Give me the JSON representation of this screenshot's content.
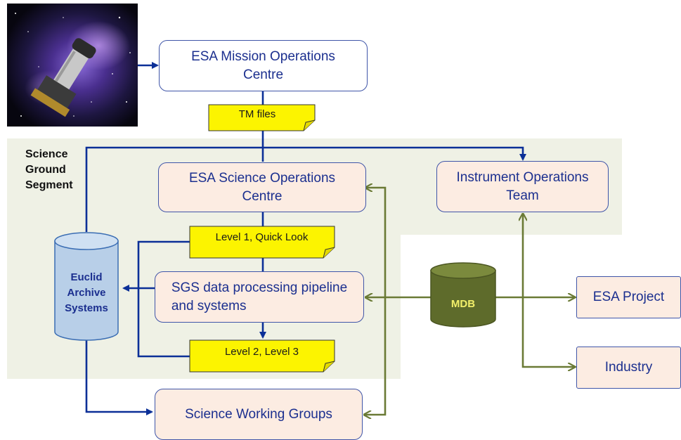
{
  "segment_label": "Science\nGround\nSegment",
  "nodes": {
    "mission_ops": "ESA Mission Operations\nCentre",
    "science_ops": "ESA Science Operations\nCentre",
    "instrument_ops": "Instrument Operations\nTeam",
    "sgs_pipeline": "SGS data processing pipeline\nand systems",
    "science_working_groups": "Science Working Groups",
    "esa_project": "ESA Project",
    "industry": "Industry"
  },
  "documents": {
    "tm_files": "TM files",
    "level1": "Level 1, Quick Look",
    "level23": "Level 2, Level 3"
  },
  "databases": {
    "archive": "Euclid\nArchive\nSystems",
    "mdb": "MDB"
  },
  "colors": {
    "blue_arrow": "#0b2f97",
    "green_arrow": "#6a7a35",
    "note_yellow": "#fcf400",
    "archive_fill": "#b8cfe8",
    "mdb_fill": "#5e6b2b",
    "region_fill": "#eff1e5"
  },
  "image": {
    "subject": "Euclid spacecraft over a galaxy-cluster background"
  }
}
